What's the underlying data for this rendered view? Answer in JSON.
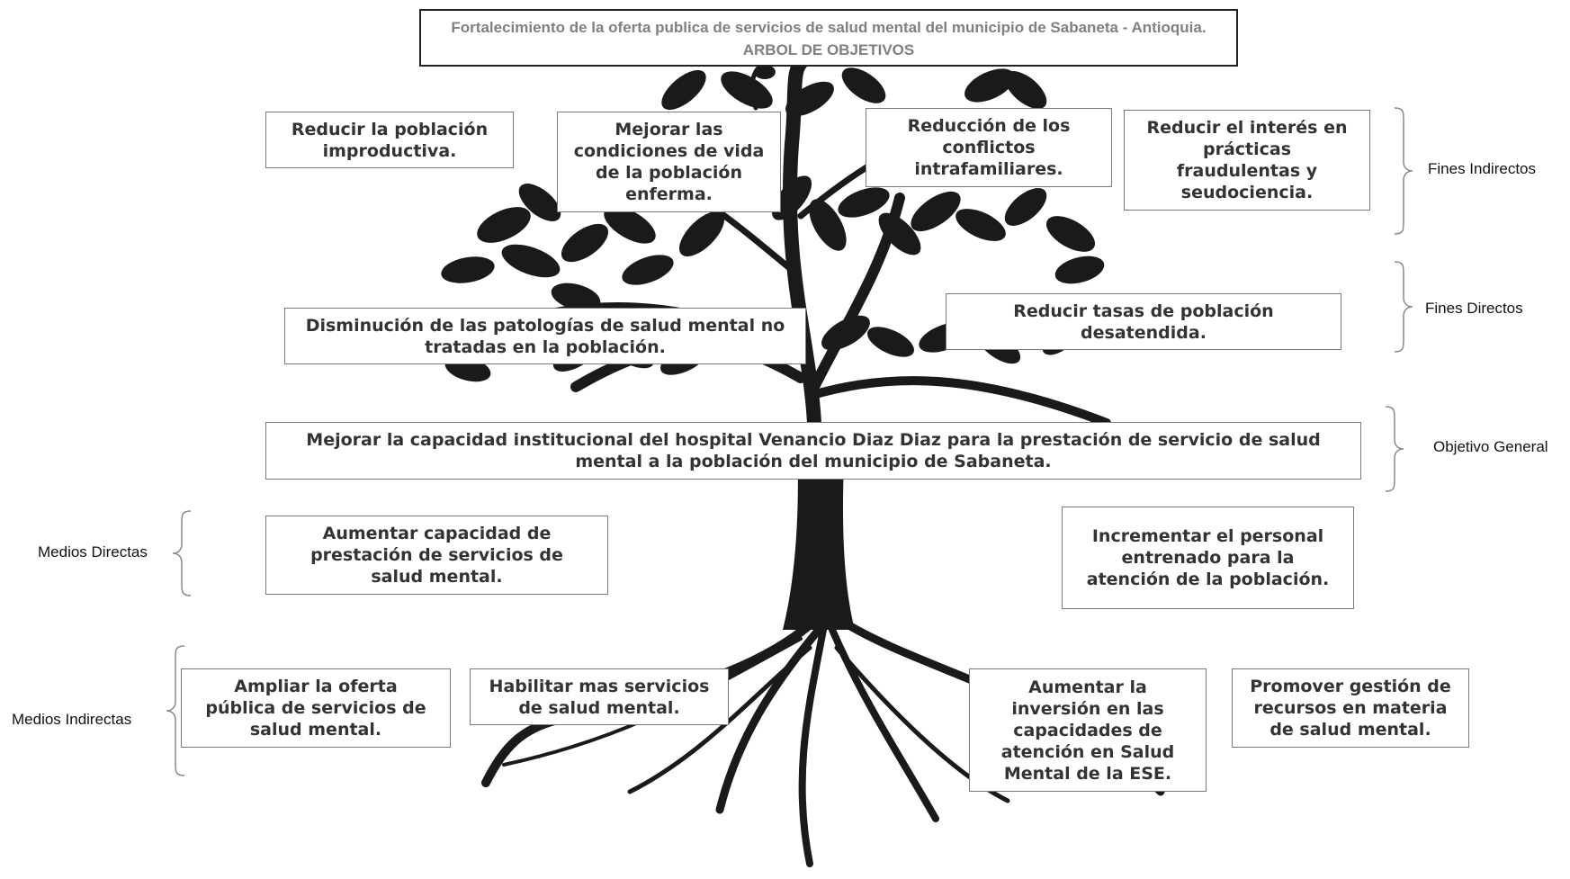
{
  "header": {
    "line1": "Fortalecimiento de la oferta publica de servicios de salud mental del municipio de Sabaneta - Antioquia.",
    "line2": "ARBOL DE OBJETIVOS"
  },
  "fines_indirectos": [
    {
      "lines": [
        "Reducir la población",
        "improductiva."
      ]
    },
    {
      "lines": [
        "Mejorar las",
        "condiciones de vida",
        "de la población",
        "enferma."
      ]
    },
    {
      "lines": [
        "Reducción de los",
        "conflictos",
        "intrafamiliares."
      ]
    },
    {
      "lines": [
        "Reducir el interés en",
        "prácticas",
        "fraudulentas y",
        "seudociencia."
      ]
    }
  ],
  "fines_directos": [
    {
      "lines": [
        "Disminución de las patologías de salud mental no",
        "tratadas en la población."
      ]
    },
    {
      "lines": [
        "Reducir tasas de población",
        "desatendida."
      ]
    }
  ],
  "objetivo_general": {
    "lines": [
      "Mejorar la capacidad institucional del hospital Venancio Diaz Diaz para la prestación de servicio de salud",
      "mental a la población del municipio de Sabaneta."
    ]
  },
  "medios_directos": [
    {
      "lines": [
        "Aumentar capacidad de",
        "prestación de servicios de",
        "salud mental."
      ]
    },
    {
      "lines": [
        "Incrementar el personal",
        "entrenado para  la",
        "atención de la población."
      ]
    }
  ],
  "medios_indirectos": [
    {
      "lines": [
        "Ampliar la oferta",
        "pública de servicios de",
        "salud mental."
      ]
    },
    {
      "lines": [
        "Habilitar mas servicios",
        "de salud mental."
      ]
    },
    {
      "lines": [
        "Aumentar la",
        "inversión en las",
        "capacidades de",
        "atención en Salud",
        "Mental de la ESE."
      ]
    },
    {
      "lines": [
        "Promover gestión de",
        "recursos en materia",
        "de salud mental."
      ]
    }
  ],
  "side_labels": {
    "fines_indirectos": "Fines Indirectos",
    "fines_directos": "Fines Directos",
    "objetivo_general": "Objetivo General",
    "medios_directas": "Medios Directas",
    "medios_indirectas": "Medios Indirectas"
  },
  "colors": {
    "tree": "#1a1a1a",
    "box_border": "#7a7a7a",
    "box_text": "#333333",
    "title_text": "#808080"
  }
}
